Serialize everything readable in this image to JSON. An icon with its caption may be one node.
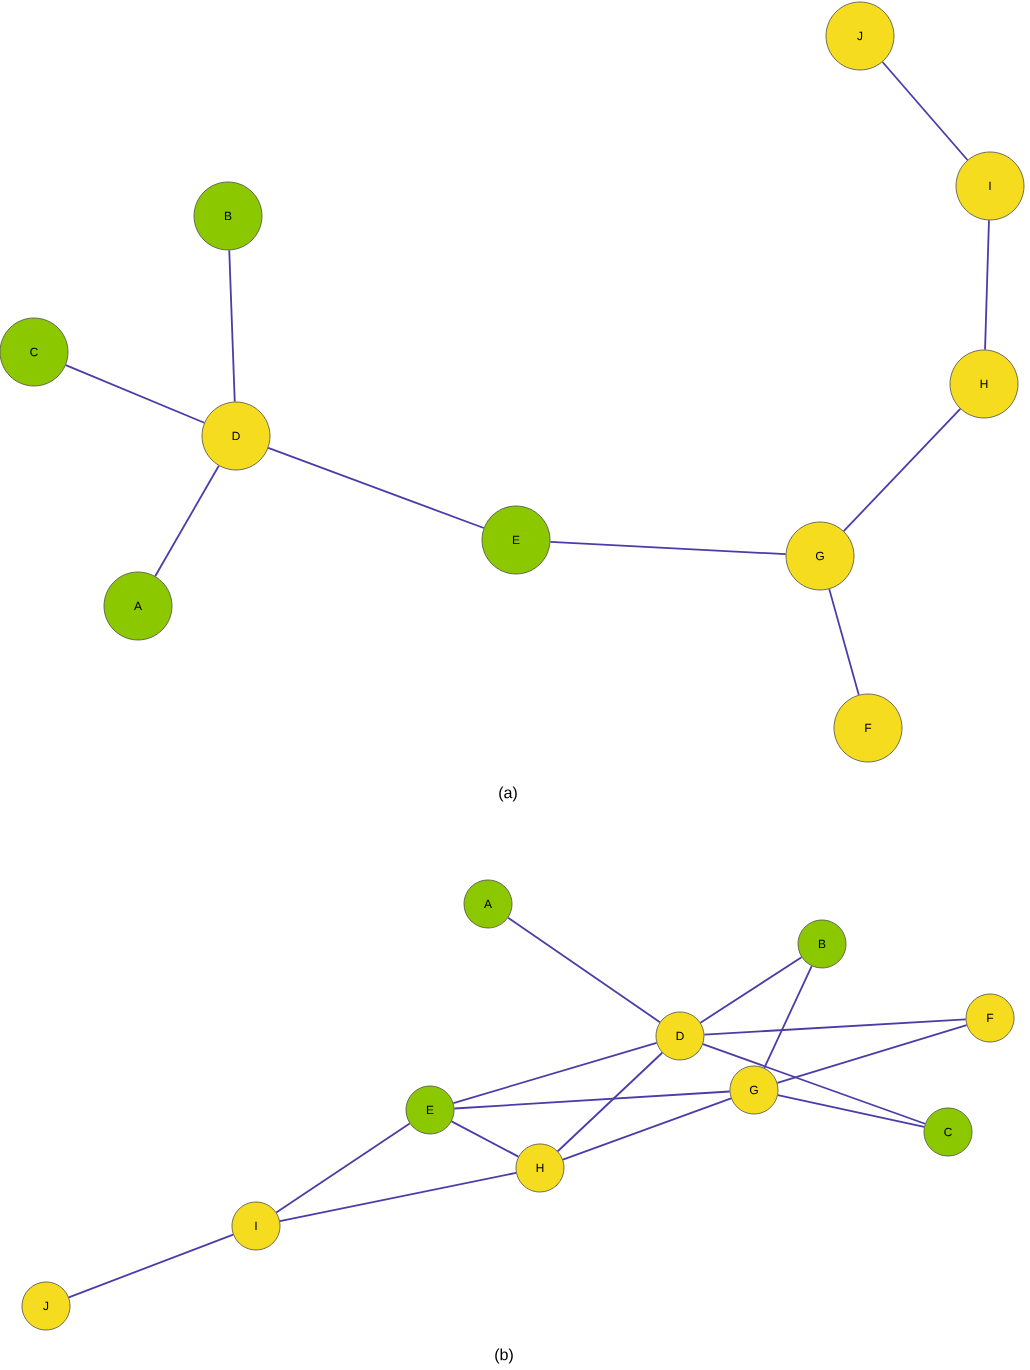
{
  "diagram": {
    "nodes": [
      {
        "text": [
          "J"
        ]
      },
      {
        "text": [
          "I"
        ]
      },
      {
        "text": [
          "B"
        ]
      },
      {
        "text": [
          "C"
        ]
      },
      {
        "text": [
          "H"
        ]
      },
      {
        "text": [
          "D"
        ]
      },
      {
        "text": [
          "E"
        ]
      },
      {
        "text": [
          "G"
        ]
      },
      {
        "text": [
          "A"
        ]
      },
      {
        "text": [
          "F"
        ]
      },
      {
        "text": [
          "A"
        ]
      },
      {
        "text": [
          "B"
        ]
      },
      {
        "text": [
          "F"
        ]
      },
      {
        "text": [
          "D"
        ]
      },
      {
        "text": [
          "G"
        ]
      },
      {
        "text": [
          "E"
        ]
      },
      {
        "text": [
          "C"
        ]
      },
      {
        "text": [
          "H"
        ]
      },
      {
        "text": [
          "I"
        ]
      },
      {
        "text": [
          "J"
        ]
      }
    ],
    "edges": [
      {
        "from": 0,
        "to": 1,
        "arrow": "none"
      },
      {
        "from": 1,
        "to": 4,
        "arrow": "none"
      },
      {
        "from": 4,
        "to": 7,
        "arrow": "none"
      },
      {
        "from": 7,
        "to": 9,
        "arrow": "none"
      },
      {
        "from": 7,
        "to": 6,
        "arrow": "none"
      },
      {
        "from": 6,
        "to": 5,
        "arrow": "none"
      },
      {
        "from": 5,
        "to": 2,
        "arrow": "none"
      },
      {
        "from": 5,
        "to": 3,
        "arrow": "none"
      },
      {
        "from": 5,
        "to": 8,
        "arrow": "none"
      },
      {
        "from": 10,
        "to": 13,
        "arrow": "none"
      },
      {
        "from": 11,
        "to": 13,
        "arrow": "none"
      },
      {
        "from": 11,
        "to": 14,
        "arrow": "none"
      },
      {
        "from": 13,
        "to": 12,
        "arrow": "none"
      },
      {
        "from": 13,
        "to": 16,
        "arrow": "none"
      },
      {
        "from": 13,
        "to": 15,
        "arrow": "none"
      },
      {
        "from": 13,
        "to": 17,
        "arrow": "none"
      },
      {
        "from": 14,
        "to": 12,
        "arrow": "none"
      },
      {
        "from": 14,
        "to": 15,
        "arrow": "none"
      },
      {
        "from": 14,
        "to": 16,
        "arrow": "none"
      },
      {
        "from": 14,
        "to": 17,
        "arrow": "none"
      },
      {
        "from": 15,
        "to": 17,
        "arrow": "none"
      },
      {
        "from": 15,
        "to": 18,
        "arrow": "none"
      },
      {
        "from": 17,
        "to": 18,
        "arrow": "none"
      },
      {
        "from": 18,
        "to": 19,
        "arrow": "none"
      }
    ],
    "labels": [
      "(a)",
      "(b)"
    ]
  }
}
